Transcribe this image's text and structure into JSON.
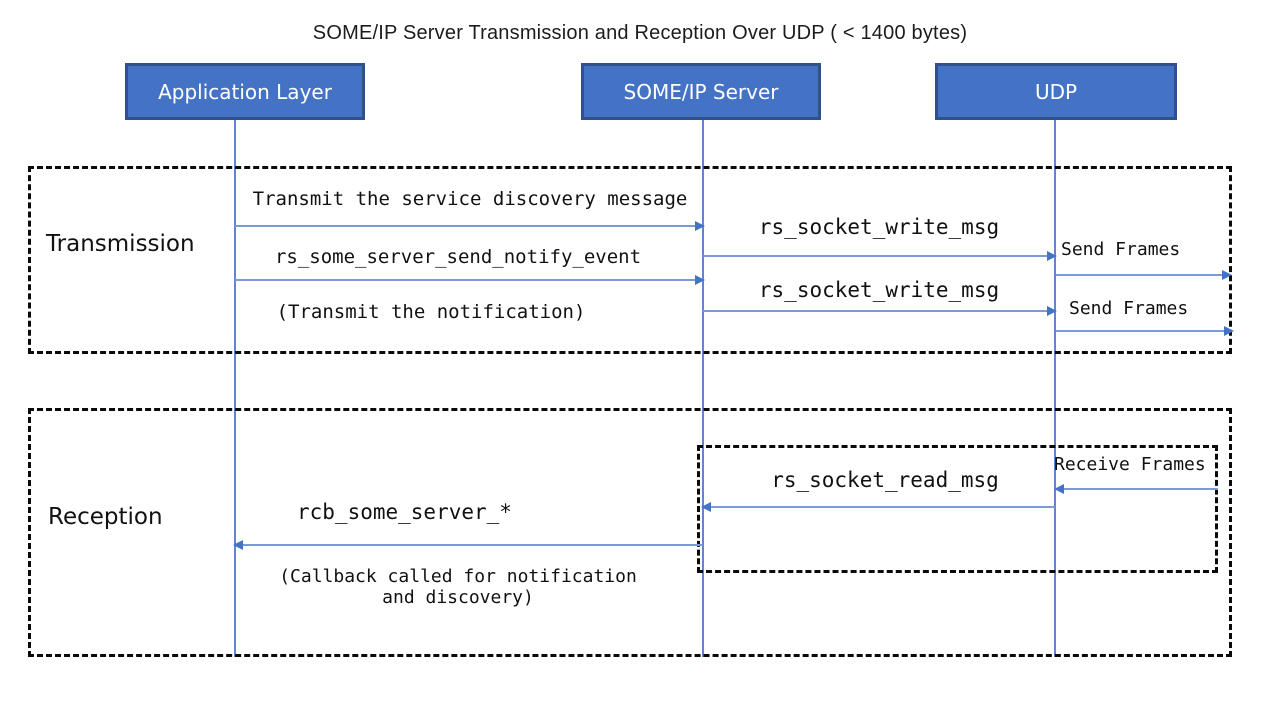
{
  "title": "SOME/IP Server Transmission and Reception Over UDP ( < 1400 bytes)",
  "colors": {
    "actor_fill": "#4472c4",
    "actor_border": "#2f528f",
    "arrow": "#4472c4",
    "frame_border": "#0a0a0a"
  },
  "actors": [
    {
      "id": "application-layer",
      "label": "Application Layer"
    },
    {
      "id": "someip-server",
      "label": "SOME/IP Server"
    },
    {
      "id": "udp",
      "label": "UDP"
    }
  ],
  "transmission": {
    "label": "Transmission",
    "msg_service_discovery": "Transmit the service discovery message",
    "msg_socket_write_1": "rs_socket_write_msg",
    "msg_send_frames_1": "Send Frames",
    "msg_notify_event": "rs_some_server_send_notify_event",
    "msg_socket_write_2": "rs_socket_write_msg",
    "msg_send_frames_2": "Send Frames",
    "note_notification": "(Transmit the notification)"
  },
  "reception": {
    "label": "Reception",
    "msg_receive_frames": "Receive Frames",
    "msg_socket_read": "rs_socket_read_msg",
    "msg_callback": "rcb_some_server_*",
    "note_callback_line1": "(Callback called for notification",
    "note_callback_line2": "and discovery)"
  }
}
